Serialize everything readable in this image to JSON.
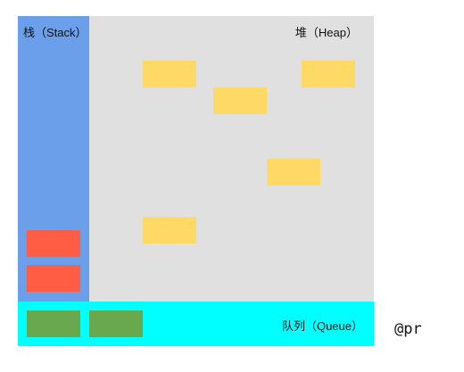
{
  "colors": {
    "stack": "#6B9FEA",
    "heap": "#E0E0E0",
    "queue": "#00FFFF",
    "heap_object": "#FFD966",
    "stack_frame": "#FF5E45",
    "queue_task": "#6AA84F"
  },
  "stack": {
    "label": "栈（Stack）",
    "frame_count": 2
  },
  "heap": {
    "label": "堆（Heap）",
    "object_count": 5
  },
  "queue": {
    "label": "队列（Queue）",
    "task_count": 2
  },
  "watermark": "@pr"
}
